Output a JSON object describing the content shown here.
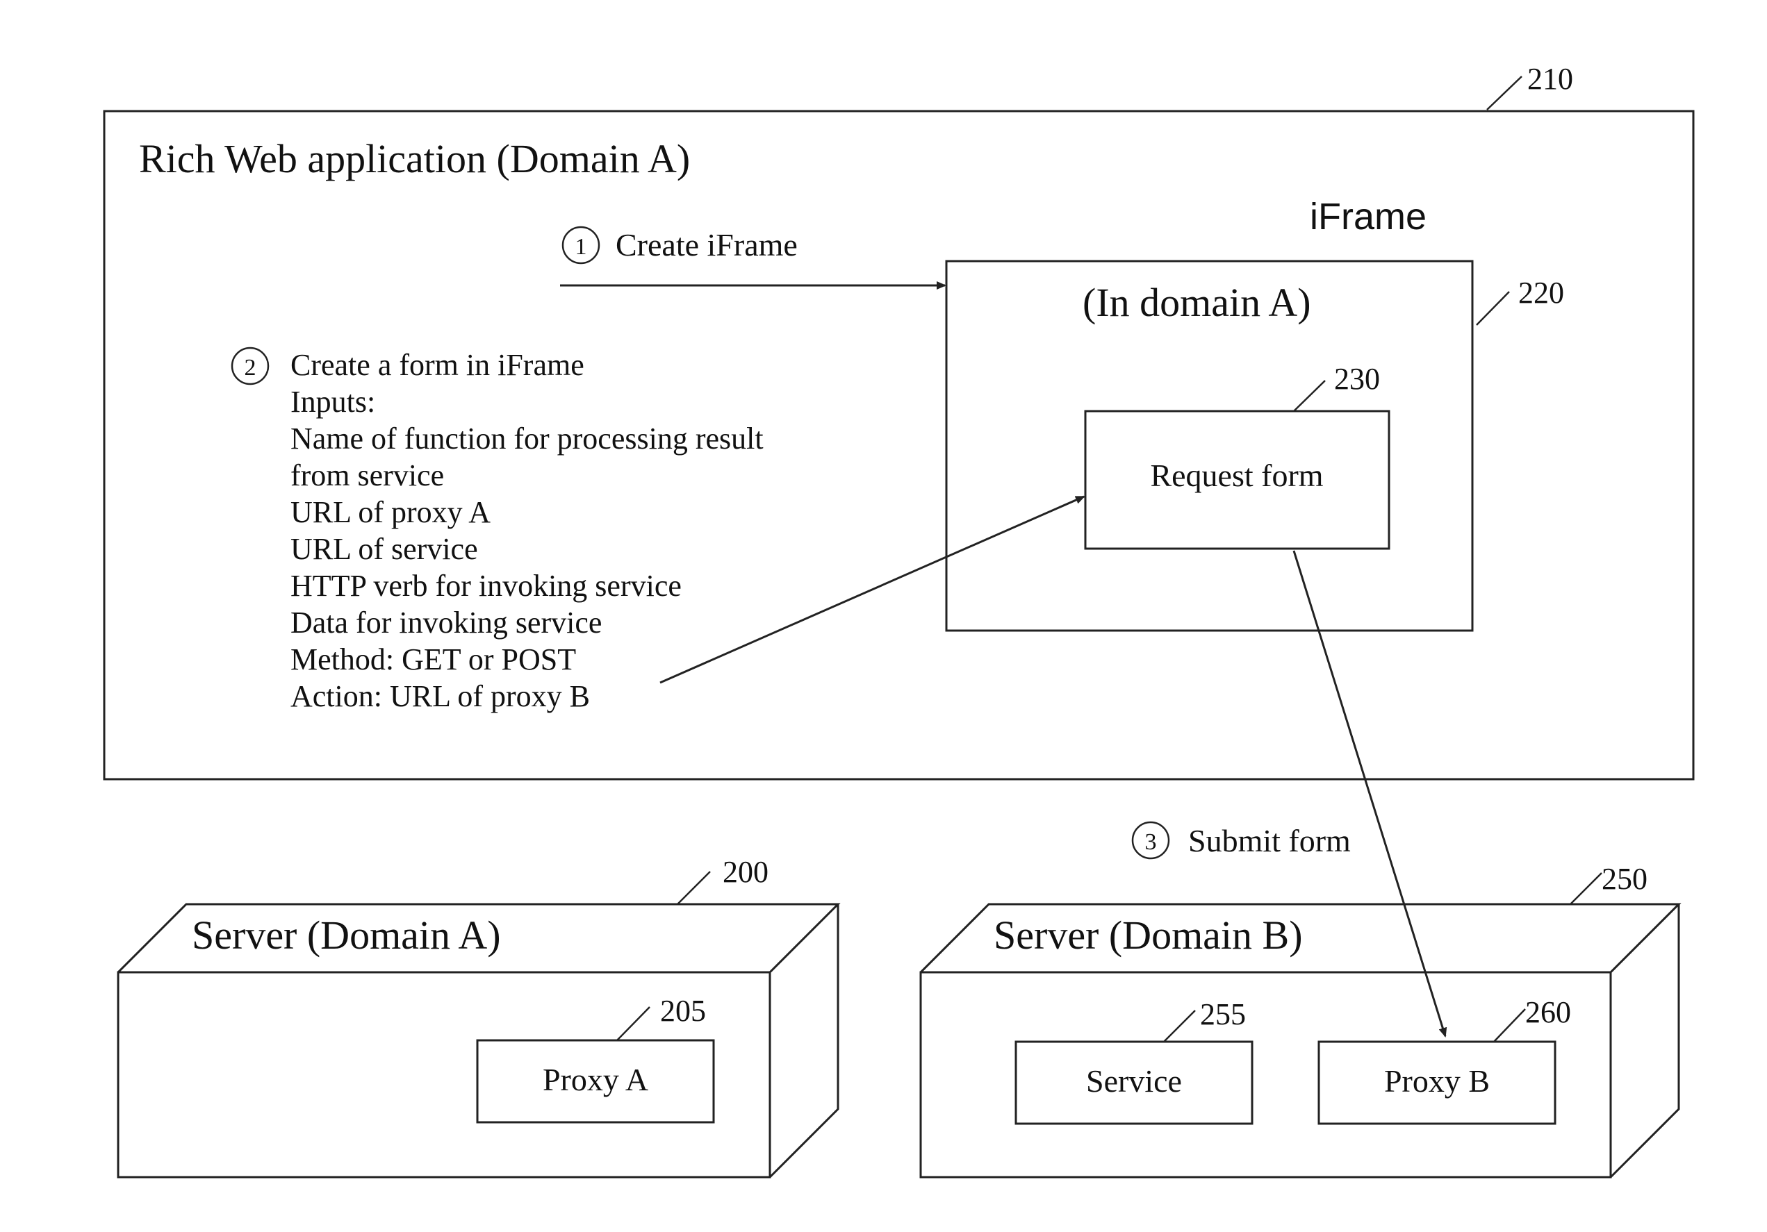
{
  "colors": {
    "stroke": "#222222",
    "text": "#111111",
    "background": "#ffffff"
  },
  "app": {
    "title": "Rich Web application (Domain A)",
    "ref": "210"
  },
  "iframe": {
    "label": "iFrame",
    "title": "(In domain A)",
    "ref": "220"
  },
  "request_form": {
    "label": "Request form",
    "ref": "230"
  },
  "steps": {
    "step1": {
      "number": "1",
      "label": "Create iFrame"
    },
    "step2": {
      "number": "2",
      "lines": [
        "Create a form in iFrame",
        "Inputs:",
        "Name of function for processing result",
        "from service",
        "URL of proxy A",
        "URL of service",
        "HTTP verb for invoking service",
        "Data for invoking service",
        "Method: GET or POST",
        "Action: URL of proxy B"
      ]
    },
    "step3": {
      "number": "3",
      "label": "Submit form"
    }
  },
  "server_a": {
    "title": "Server (Domain A)",
    "ref": "200",
    "proxy": {
      "label": "Proxy A",
      "ref": "205"
    }
  },
  "server_b": {
    "title": "Server (Domain B)",
    "ref": "250",
    "service": {
      "label": "Service",
      "ref": "255"
    },
    "proxy": {
      "label": "Proxy B",
      "ref": "260"
    }
  }
}
